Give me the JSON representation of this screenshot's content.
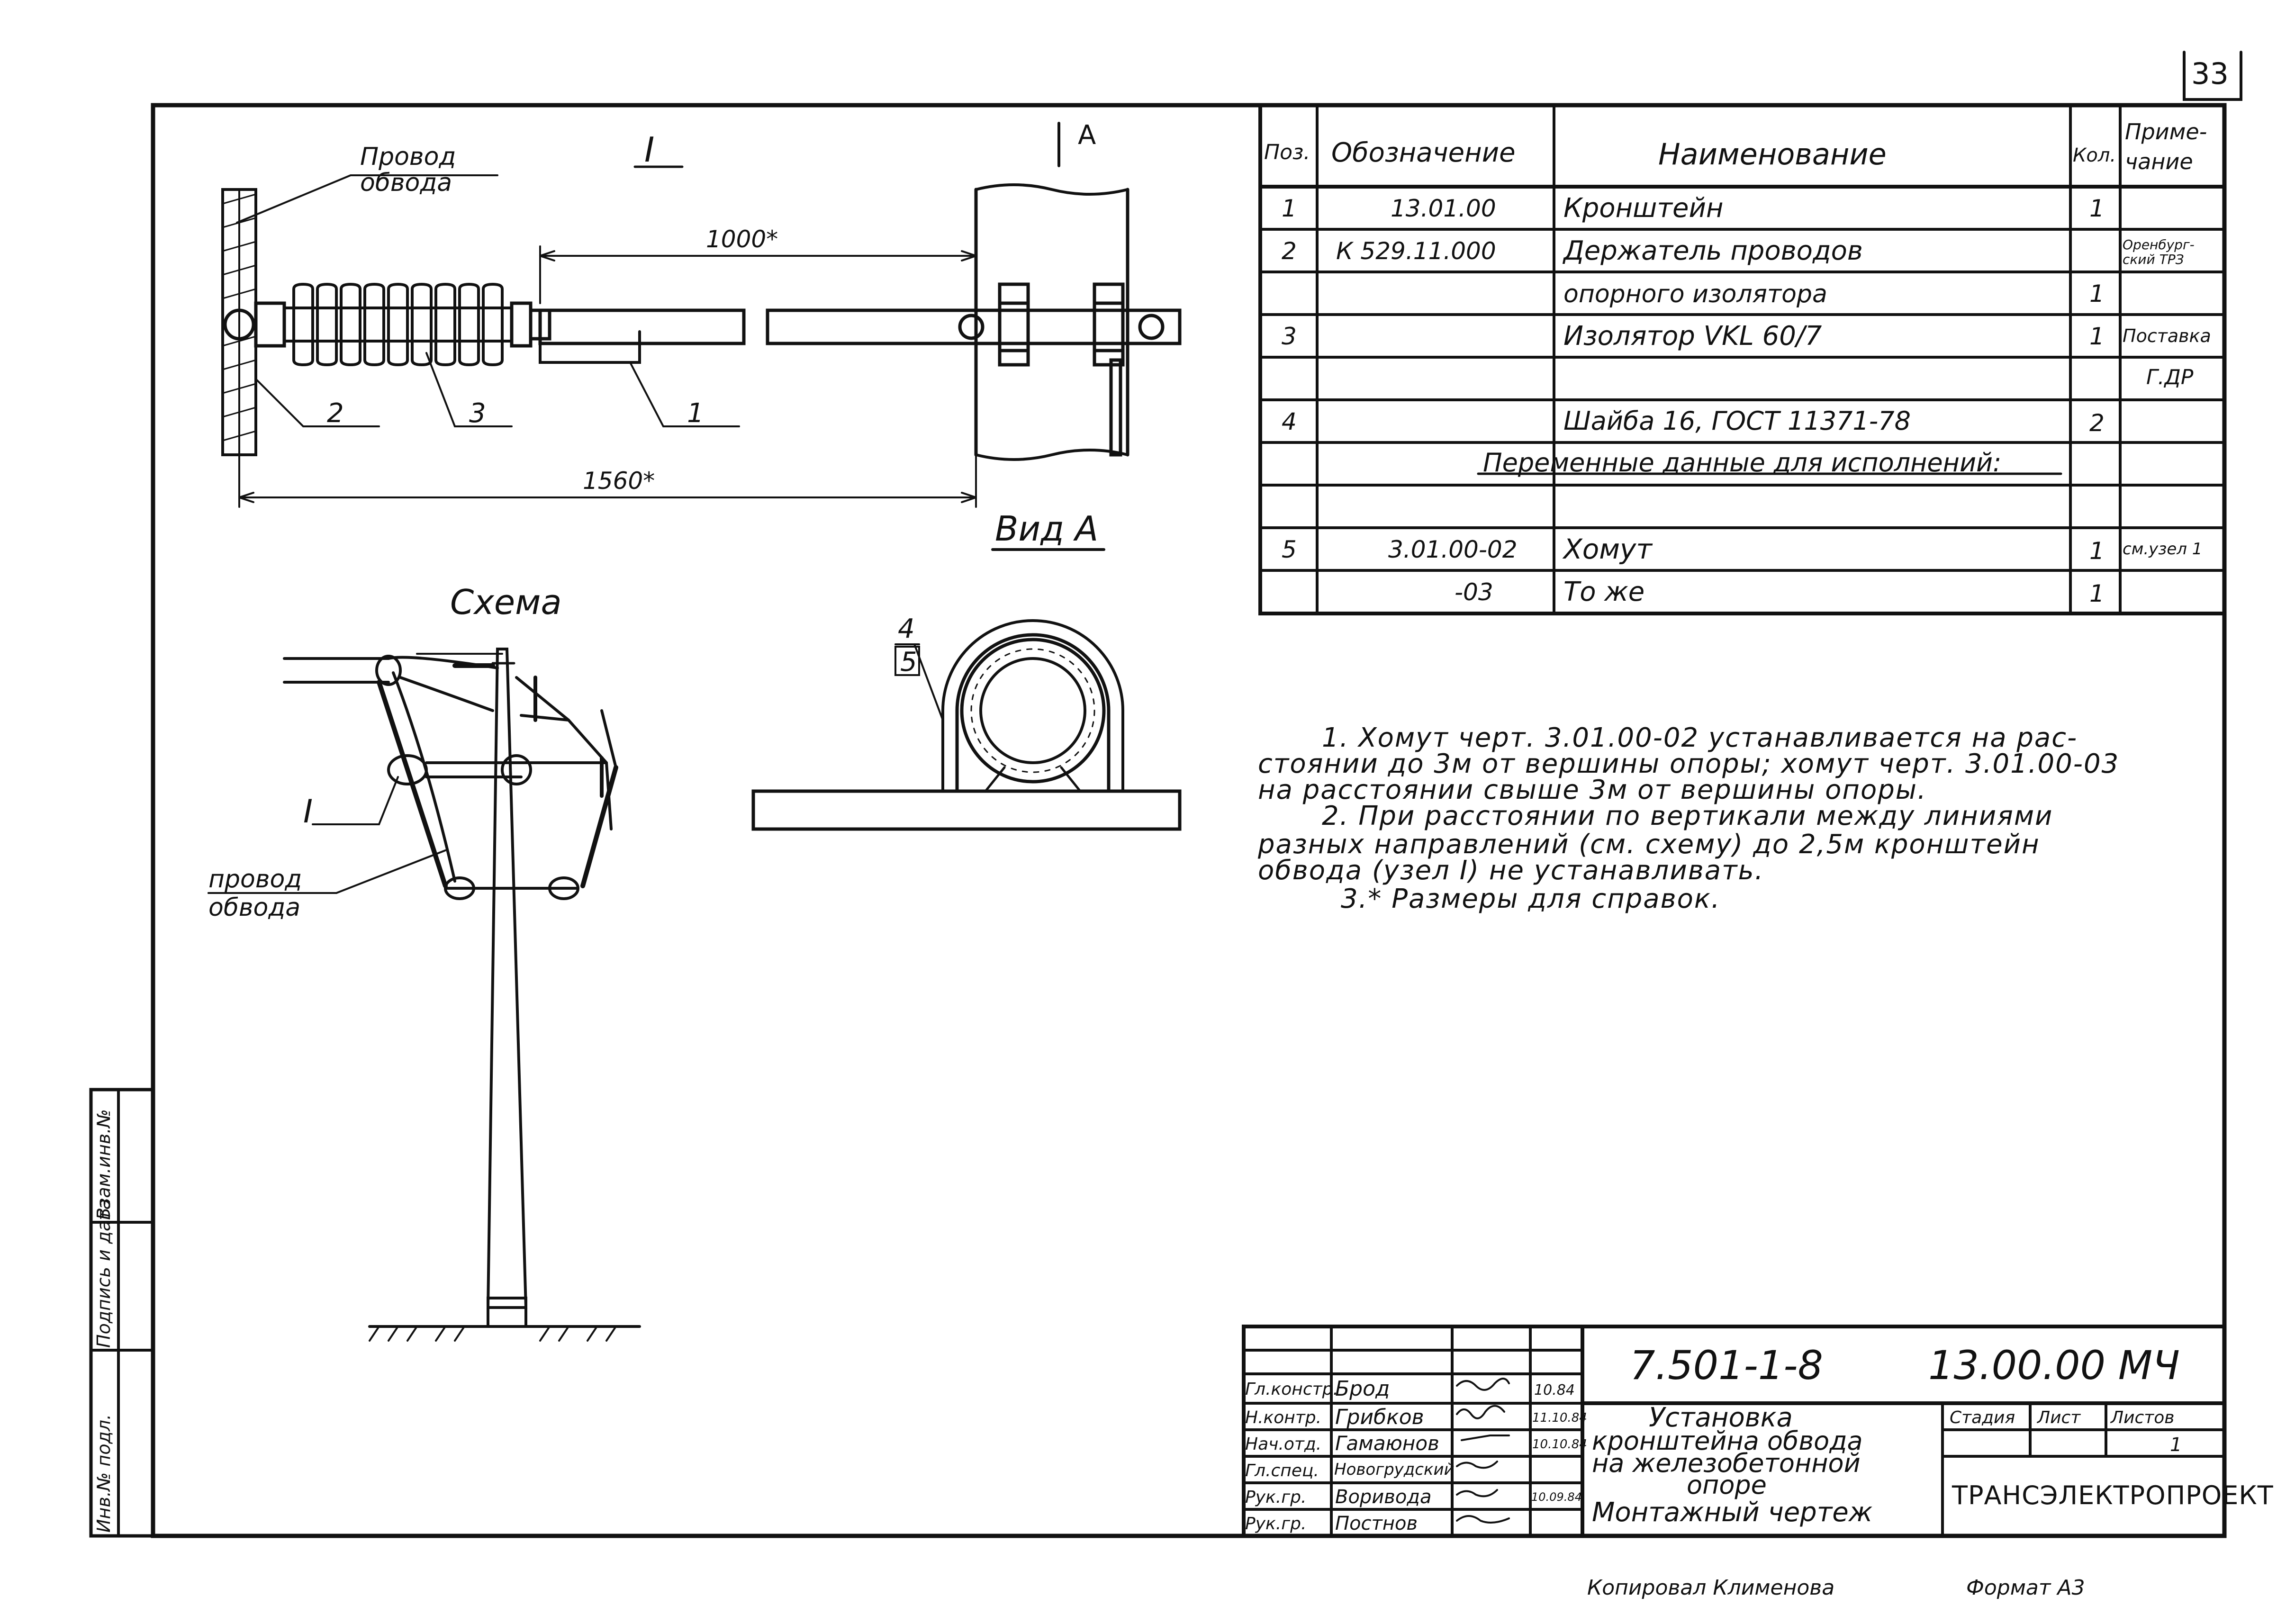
{
  "sheet": {
    "page_number": "33",
    "drawing_code": "7.501-1-8",
    "document_code": "13.00.00 МЧ",
    "title_lines": [
      "Установка",
      "кронштейна обвода",
      "на железобетонной",
      "опоре"
    ],
    "drawing_type": "Монтажный чертеж",
    "organization": "ТРАНСЭЛЕКТРОПРОЕКТ",
    "stage_header": "Стадия",
    "sheet_header": "Лист",
    "sheets_header": "Листов",
    "sheets_value": "1",
    "bottom_left": "Копировал Клименова",
    "bottom_right": "Формат А3"
  },
  "left_strip": [
    "Инв.№ подл.",
    "Подпись и дата",
    "Взам.инв.№"
  ],
  "view1": {
    "title": "I",
    "label_wire": [
      "Провод",
      "обвода"
    ],
    "dim_short": "1000*",
    "dim_long": "1560*",
    "view_arrow": "А",
    "callouts": [
      "2",
      "3",
      "1"
    ]
  },
  "view_a": {
    "title": "Вид А",
    "callout_top": "4",
    "callout_bottom": "5"
  },
  "scheme": {
    "title": "Схема",
    "node_label": "I",
    "label_wire": [
      "провод",
      "обвода"
    ]
  },
  "spec": {
    "headers": {
      "pos": "Поз.",
      "designation": "Обозначение",
      "name": "Наименование",
      "qty": "Кол.",
      "note_1": "Приме-",
      "note_2": "чание"
    },
    "rows": [
      {
        "pos": "1",
        "designation": "13.01.00",
        "name": "Кронштейн",
        "qty": "1",
        "note": ""
      },
      {
        "pos": "2",
        "designation": "К 529.11.000",
        "name": "Держатель проводов",
        "qty": "",
        "note": "Оренбург-ский ТРЗ"
      },
      {
        "pos": "",
        "designation": "",
        "name": "опорного изолятора",
        "qty": "1",
        "note": ""
      },
      {
        "pos": "3",
        "designation": "",
        "name": "Изолятор VKL 60/7",
        "qty": "1",
        "note": "Поставка"
      },
      {
        "pos": "",
        "designation": "",
        "name": "",
        "qty": "",
        "note": "Г.ДР"
      },
      {
        "pos": "4",
        "designation": "",
        "name": "Шайба 16, ГОСТ 11371-78",
        "qty": "2",
        "note": ""
      },
      {
        "pos": "",
        "designation": "",
        "name": "Переменные данные для исполнений:",
        "qty": "",
        "note": ""
      },
      {
        "pos": "",
        "designation": "",
        "name": "",
        "qty": "",
        "note": ""
      },
      {
        "pos": "5",
        "designation": "3.01.00-02",
        "name": "Хомут",
        "qty": "1",
        "note": "см.узел 1"
      },
      {
        "pos": "",
        "designation": "-03",
        "name": "То же",
        "qty": "1",
        "note": ""
      }
    ]
  },
  "notes": [
    "1. Хомут черт. 3.01.00-02 устанавливается на рас-",
    "стоянии до 3м от вершины опоры; хомут черт. 3.01.00-03",
    "на расстоянии свыше 3м от вершины опоры.",
    "2. При расстоянии по вертикали между линиями",
    "разных направлений (см. схему) до 2,5м кронштейн",
    "обвода (узел I) не устанавливать.",
    "3.* Размеры для справок."
  ],
  "stamp": {
    "rows": [
      {
        "role": "Гл.констр.",
        "name": "Брод",
        "date": "10.84"
      },
      {
        "role": "Н.контр.",
        "name": "Грибков",
        "date": "11.10.84"
      },
      {
        "role": "Нач.отд.",
        "name": "Гамаюнов",
        "date": "10.10.84"
      },
      {
        "role": "Гл.спец.",
        "name": "Новогрудский",
        "date": ""
      },
      {
        "role": "Рук.гр.",
        "name": "Воривода",
        "date": "10.09.84"
      },
      {
        "role": "Рук.гр.",
        "name": "Постнов",
        "date": ""
      }
    ]
  }
}
